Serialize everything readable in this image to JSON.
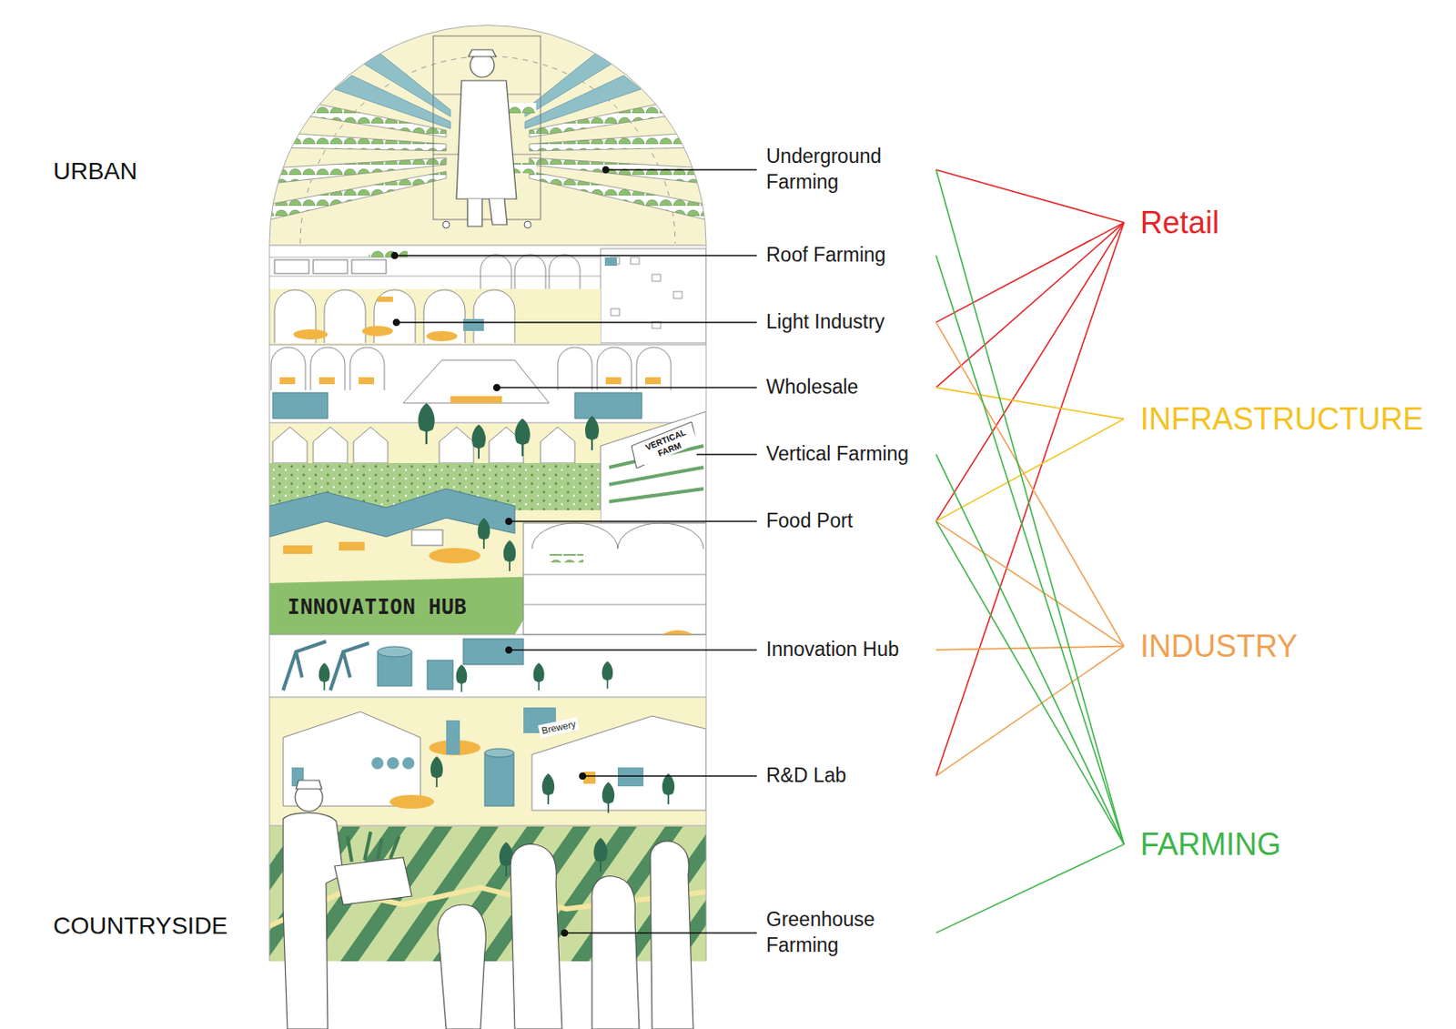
{
  "diagram": {
    "nodes": [
      {
        "text": [
          "Underground Farming"
        ]
      },
      {
        "text": [
          "Roof Farming"
        ]
      },
      {
        "text": [
          "Light Industry"
        ]
      },
      {
        "text": [
          "Wholesale"
        ]
      },
      {
        "text": [
          "Vertical Farming"
        ]
      },
      {
        "text": [
          "Food Port"
        ]
      },
      {
        "text": [
          "Innovation Hub"
        ]
      },
      {
        "text": [
          "R&D Lab"
        ]
      },
      {
        "text": [
          "Greenhouse Farming"
        ]
      },
      {
        "text": [
          "Retail"
        ]
      },
      {
        "text": [
          "INFRASTRUCTURE"
        ]
      },
      {
        "text": [
          "INDUSTRY"
        ]
      },
      {
        "text": [
          "FARMING"
        ]
      }
    ],
    "edges": [
      {
        "from": 0,
        "to": 9,
        "arrow": "none"
      },
      {
        "from": 2,
        "to": 9,
        "arrow": "none"
      },
      {
        "from": 3,
        "to": 9,
        "arrow": "none"
      },
      {
        "from": 5,
        "to": 9,
        "arrow": "none"
      },
      {
        "from": 7,
        "to": 9,
        "arrow": "none"
      },
      {
        "from": 3,
        "to": 10,
        "arrow": "none"
      },
      {
        "from": 5,
        "to": 10,
        "arrow": "none"
      },
      {
        "from": 2,
        "to": 11,
        "arrow": "none"
      },
      {
        "from": 5,
        "to": 11,
        "arrow": "none"
      },
      {
        "from": 6,
        "to": 11,
        "arrow": "none"
      },
      {
        "from": 7,
        "to": 11,
        "arrow": "none"
      },
      {
        "from": 0,
        "to": 12,
        "arrow": "none"
      },
      {
        "from": 1,
        "to": 12,
        "arrow": "none"
      },
      {
        "from": 4,
        "to": 12,
        "arrow": "none"
      },
      {
        "from": 5,
        "to": 12,
        "arrow": "none"
      },
      {
        "from": 8,
        "to": 12,
        "arrow": "none"
      }
    ],
    "labels": [
      "URBAN",
      "VERTICAL FARM",
      "INNOVATION HUB",
      "Brewery",
      "COUNTRYSIDE"
    ]
  }
}
